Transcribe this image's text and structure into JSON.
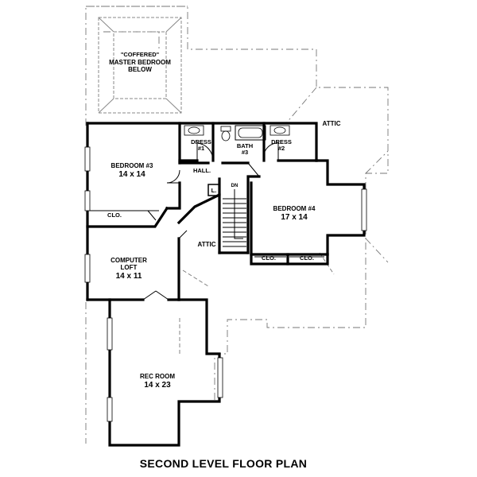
{
  "plan": {
    "title": "SECOND LEVEL FLOOR PLAN",
    "rooms": {
      "master_below": {
        "line1": "\"COFFERED\"",
        "line2": "MASTER BEDROOM",
        "line3": "BELOW"
      },
      "bedroom3": {
        "name": "BEDROOM #3",
        "dims": "14 x 14"
      },
      "bedroom4": {
        "name": "BEDROOM #4",
        "dims": "17 x 14"
      },
      "computer_loft": {
        "line1": "COMPUTER",
        "line2": "LOFT",
        "dims": "14 x 11"
      },
      "rec_room": {
        "name": "REC ROOM",
        "dims": "14 x 23"
      },
      "dress1": {
        "line1": "DRESS",
        "line2": "#1"
      },
      "dress2": {
        "line1": "DRESS",
        "line2": "#2"
      },
      "bath3": {
        "line1": "BATH",
        "line2": "#3"
      },
      "hall": "HALL.",
      "linen": "L.",
      "stair": "DN",
      "attic_upper": "ATTIC",
      "attic_lower": "ATTIC",
      "clo_b3": "CLO.",
      "clo_b4a": "CLO.",
      "clo_b4b": "CLO."
    }
  }
}
